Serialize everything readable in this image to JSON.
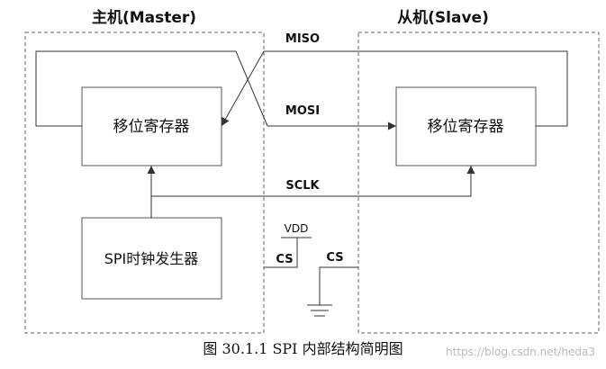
{
  "master": {
    "title": "主机(Master)",
    "shift_register": "移位寄存器",
    "clock_generator": "SPI时钟发生器"
  },
  "slave": {
    "title": "从机(Slave)",
    "shift_register": "移位寄存器"
  },
  "signals": {
    "miso": "MISO",
    "mosi": "MOSI",
    "sclk": "SCLK",
    "vdd": "VDD",
    "cs_master": "CS",
    "cs_slave": "CS"
  },
  "caption": "图 30.1.1 SPI 内部结构简明图",
  "watermark": "https://blog.csdn.net/heda3"
}
